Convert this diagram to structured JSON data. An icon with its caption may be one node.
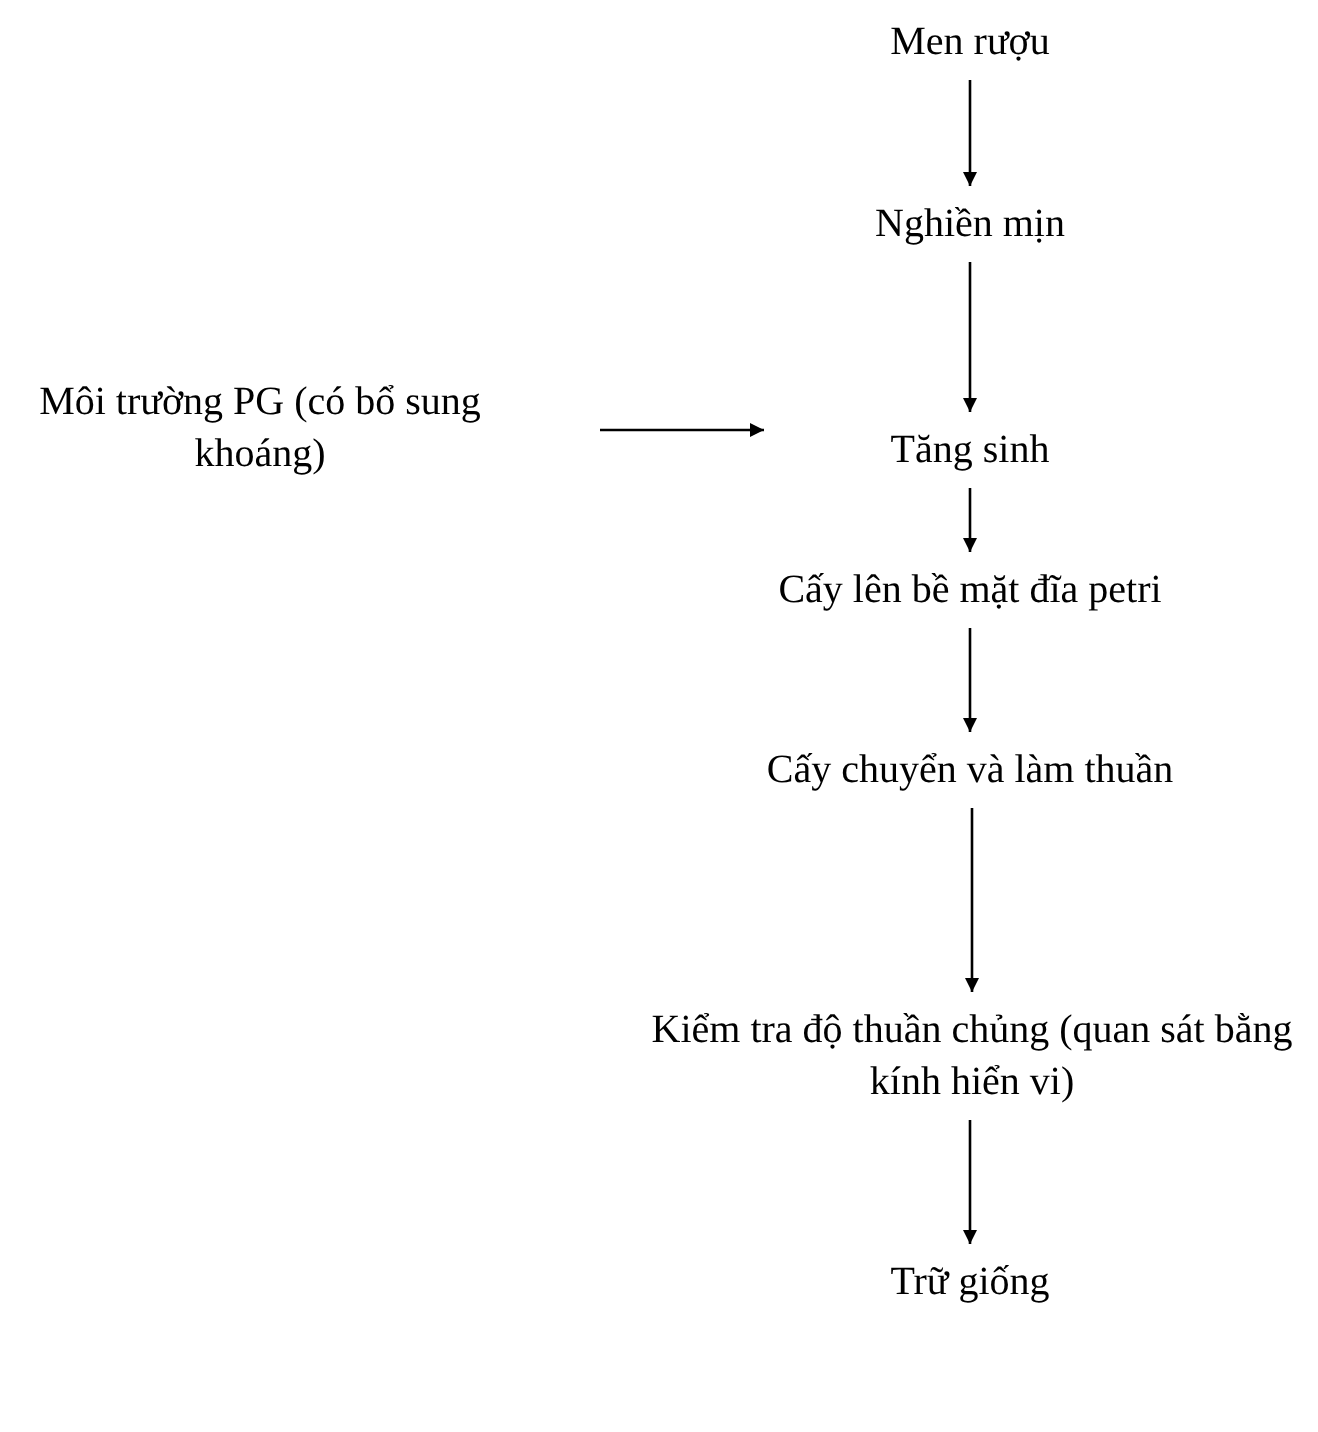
{
  "diagram": {
    "nodes": [
      {
        "text": [
          "Men rượu"
        ]
      },
      {
        "text": [
          "Nghiền mịn"
        ]
      },
      {
        "text": [
          "Môi trường PG (có bổ sung khoáng)"
        ]
      },
      {
        "text": [
          "Tăng sinh"
        ]
      },
      {
        "text": [
          "Cấy lên bề mặt đĩa petri"
        ]
      },
      {
        "text": [
          "Cấy chuyển và làm thuần"
        ]
      },
      {
        "text": [
          "Kiểm tra độ thuần chủng (quan sát bằng kính hiển vi)"
        ]
      },
      {
        "text": [
          "Trữ giống"
        ]
      }
    ],
    "edges": [
      {
        "from": 0,
        "to": 1,
        "arrow": "to"
      },
      {
        "from": 1,
        "to": 3,
        "arrow": "to"
      },
      {
        "from": 2,
        "to": 3,
        "arrow": "to"
      },
      {
        "from": 3,
        "to": 4,
        "arrow": "to"
      },
      {
        "from": 4,
        "to": 5,
        "arrow": "to"
      },
      {
        "from": 5,
        "to": 6,
        "arrow": "to"
      },
      {
        "from": 6,
        "to": 7,
        "arrow": "to"
      }
    ]
  }
}
